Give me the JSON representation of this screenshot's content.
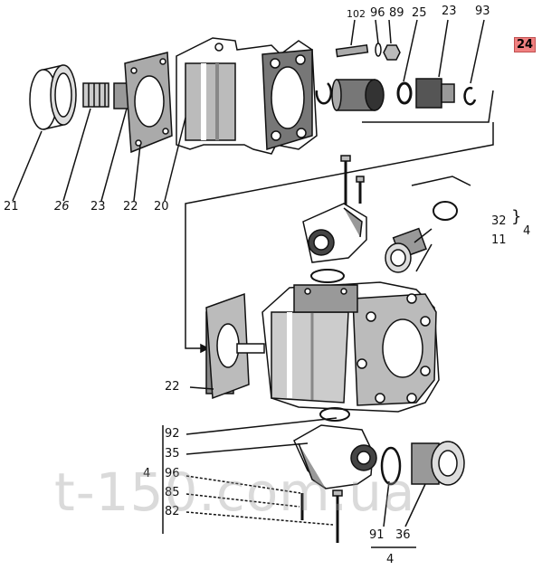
{
  "labels": {
    "top_left": [
      "21",
      "26",
      "23",
      "22",
      "20"
    ],
    "top_right": [
      "102",
      "96",
      "89",
      "25",
      "23",
      "93"
    ],
    "highlight": "24",
    "mid_right": [
      "32",
      "11",
      "4"
    ],
    "mid_left": "22",
    "bottom_left": [
      "92",
      "35",
      "4",
      "96",
      "85",
      "82"
    ],
    "bottom_right": [
      "91",
      "36",
      "4"
    ]
  },
  "watermark": "t-150.com.ua",
  "colors": {
    "highlight": "#f08080",
    "line": "#111111",
    "watermark": "#969696"
  }
}
